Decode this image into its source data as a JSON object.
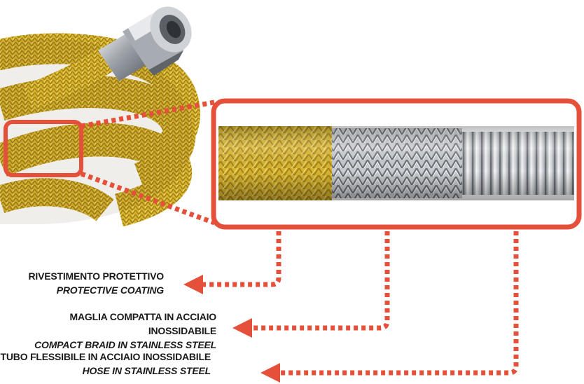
{
  "diagram": {
    "subject": "flexible gas hose layers",
    "accent_color": "#e5503a",
    "layers": [
      {
        "label_it": "RIVESTIMENTO PROTETTIVO",
        "label_en": "PROTECTIVE COATING",
        "color": "#d9b832"
      },
      {
        "label_it": "MAGLIA COMPATTA IN ACCIAIO INOSSIDABILE",
        "label_en": "COMPACT BRAID IN STAINLESS STEEL",
        "color": "#b9bcc0"
      },
      {
        "label_it": "TUBO FLESSIBILE IN ACCIAIO INOSSIDABILE",
        "label_en": "HOSE IN STAINLESS STEEL",
        "color": "#cfd2d6"
      }
    ]
  }
}
